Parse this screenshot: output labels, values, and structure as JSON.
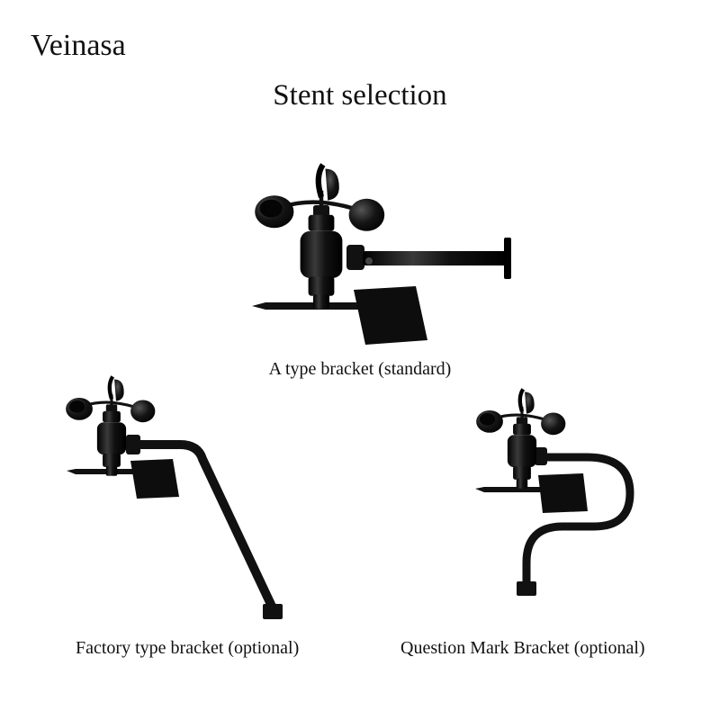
{
  "brand": "Veinasa",
  "title": "Stent selection",
  "brackets": [
    {
      "caption": "A type bracket (standard)",
      "icon": "anemometer-a-type-bracket-icon"
    },
    {
      "caption": "Factory type bracket (optional)",
      "icon": "anemometer-factory-bracket-icon"
    },
    {
      "caption": "Question Mark Bracket (optional)",
      "icon": "anemometer-question-mark-bracket-icon"
    }
  ],
  "colors": {
    "product": "#0d0d0d",
    "highlight": "#5a5a5a",
    "background": "#ffffff"
  }
}
